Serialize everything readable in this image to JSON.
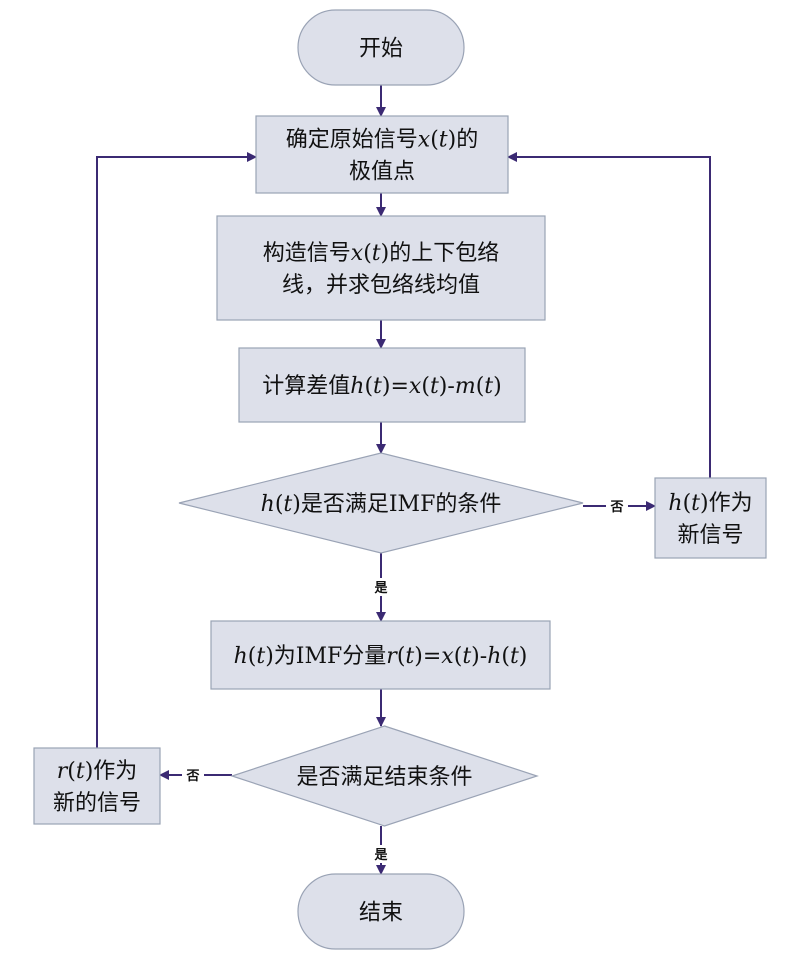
{
  "nodes": {
    "start": {
      "shape": "terminal",
      "lines": [
        [
          {
            "t": "开始"
          }
        ]
      ]
    },
    "extrema": {
      "shape": "process",
      "lines": [
        [
          {
            "t": "确定原始信号"
          },
          {
            "t": "x",
            "i": true
          },
          {
            "t": "("
          },
          {
            "t": "t",
            "i": true
          },
          {
            "t": ")的"
          }
        ],
        [
          {
            "t": "极值点"
          }
        ]
      ]
    },
    "envelope": {
      "shape": "process",
      "lines": [
        [
          {
            "t": "构造信号"
          },
          {
            "t": "x",
            "i": true
          },
          {
            "t": "("
          },
          {
            "t": "t",
            "i": true
          },
          {
            "t": ")的上下包络"
          }
        ],
        [
          {
            "t": "线，并求包络线均值"
          }
        ]
      ]
    },
    "difference": {
      "shape": "process",
      "lines": [
        [
          {
            "t": "计算差值"
          },
          {
            "t": "h",
            "i": true
          },
          {
            "t": "("
          },
          {
            "t": "t",
            "i": true
          },
          {
            "t": ")="
          },
          {
            "t": "x",
            "i": true
          },
          {
            "t": "("
          },
          {
            "t": "t",
            "i": true
          },
          {
            "t": ")-"
          },
          {
            "t": "m",
            "i": true
          },
          {
            "t": "("
          },
          {
            "t": "t",
            "i": true
          },
          {
            "t": ")"
          }
        ]
      ]
    },
    "imf_check": {
      "shape": "decision",
      "lines": [
        [
          {
            "t": "h",
            "i": true
          },
          {
            "t": "("
          },
          {
            "t": "t",
            "i": true
          },
          {
            "t": ")是否满足IMF的条件"
          }
        ]
      ]
    },
    "new_signal_h": {
      "shape": "process",
      "lines": [
        [
          {
            "t": "h",
            "i": true
          },
          {
            "t": "("
          },
          {
            "t": "t",
            "i": true
          },
          {
            "t": ")作为"
          }
        ],
        [
          {
            "t": "新信号"
          }
        ]
      ]
    },
    "imf_component": {
      "shape": "process",
      "lines": [
        [
          {
            "t": "h",
            "i": true
          },
          {
            "t": "("
          },
          {
            "t": "t",
            "i": true
          },
          {
            "t": ")为IMF分量"
          },
          {
            "t": "r",
            "i": true
          },
          {
            "t": "("
          },
          {
            "t": "t",
            "i": true
          },
          {
            "t": ")="
          },
          {
            "t": "x",
            "i": true
          },
          {
            "t": "("
          },
          {
            "t": "t",
            "i": true
          },
          {
            "t": ")-"
          },
          {
            "t": "h",
            "i": true
          },
          {
            "t": "("
          },
          {
            "t": "t",
            "i": true
          },
          {
            "t": ")"
          }
        ]
      ]
    },
    "end_check": {
      "shape": "decision",
      "lines": [
        [
          {
            "t": "是否满足结束条件"
          }
        ]
      ]
    },
    "new_signal_r": {
      "shape": "process",
      "lines": [
        [
          {
            "t": "r",
            "i": true
          },
          {
            "t": "("
          },
          {
            "t": "t",
            "i": true
          },
          {
            "t": ")作为"
          }
        ],
        [
          {
            "t": "新的信号"
          }
        ]
      ]
    },
    "end": {
      "shape": "terminal",
      "lines": [
        [
          {
            "t": "结束"
          }
        ]
      ]
    }
  },
  "edge_labels": {
    "imf_no": "否",
    "imf_yes": "是",
    "end_no": "否",
    "end_yes": "是"
  },
  "colors": {
    "node_fill": "#dde0ea",
    "node_stroke": "#9aa3b5",
    "edge": "#3b2a73",
    "text": "#111111"
  }
}
